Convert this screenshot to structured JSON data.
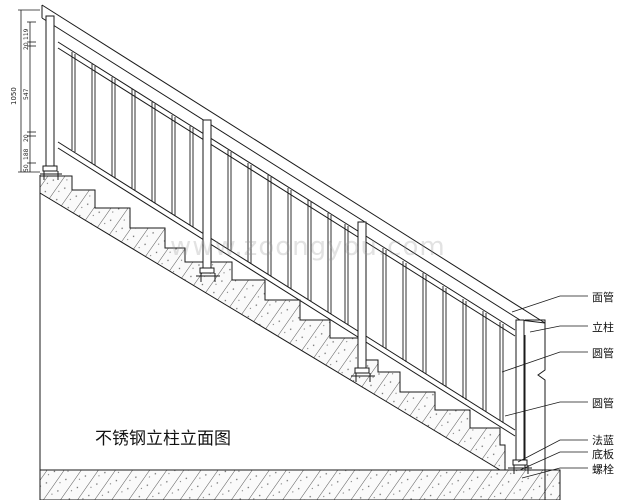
{
  "drawing": {
    "title": "不锈钢立柱立面图",
    "watermark": "www.zoongyou.com",
    "dimensions": {
      "overall": "1050",
      "segments": [
        "119",
        "20",
        "547",
        "20",
        "188",
        "50"
      ]
    },
    "callouts": [
      {
        "id": "handrail",
        "label": "面管"
      },
      {
        "id": "post",
        "label": "立柱"
      },
      {
        "id": "round-tube-upper",
        "label": "圆管"
      },
      {
        "id": "round-tube-lower",
        "label": "圆管"
      },
      {
        "id": "flange",
        "label": "法蓝"
      },
      {
        "id": "base-plate",
        "label": "底板"
      },
      {
        "id": "bolt",
        "label": "螺栓"
      }
    ],
    "colors": {
      "line": "#1a1a1a",
      "hatch": "#555555",
      "background": "#ffffff"
    }
  }
}
